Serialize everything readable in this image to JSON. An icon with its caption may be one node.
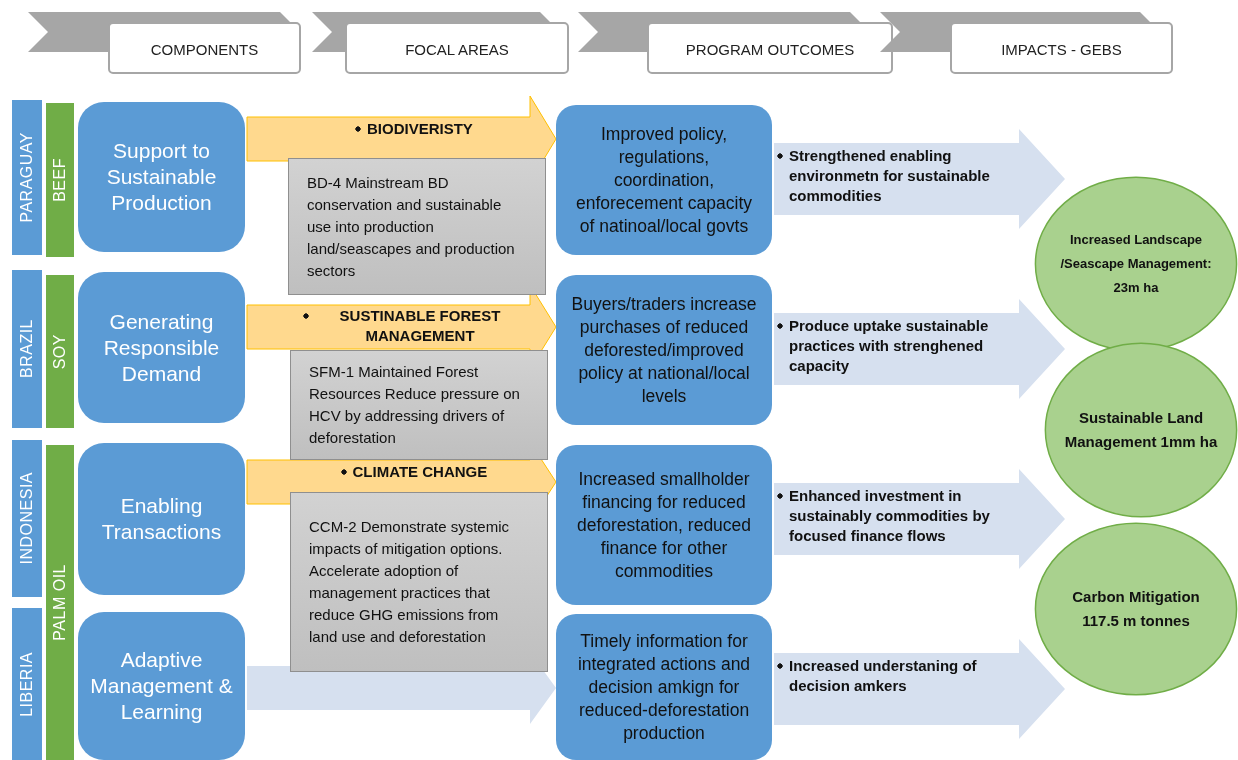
{
  "diagram": {
    "nodes": [
      {
        "text": [
          "COMPONENTS"
        ]
      },
      {
        "text": [
          "FOCAL AREAS"
        ]
      },
      {
        "text": [
          "PROGRAM OUTCOMES"
        ]
      },
      {
        "text": [
          "IMPACTS - GEBS"
        ]
      },
      {
        "text": [
          "PARAGUAY"
        ]
      },
      {
        "text": [
          "BRAZIL"
        ]
      },
      {
        "text": [
          "INDONESIA"
        ]
      },
      {
        "text": [
          "LIBERIA"
        ]
      },
      {
        "text": [
          "BEEF"
        ]
      },
      {
        "text": [
          "SOY"
        ]
      },
      {
        "text": [
          "PALM OIL"
        ]
      },
      {
        "text": [
          "Support to Sustainable Production"
        ]
      },
      {
        "text": [
          "Generating Responsible Demand"
        ]
      },
      {
        "text": [
          "Enabling Transactions"
        ]
      },
      {
        "text": [
          "Adaptive Management & Learning"
        ]
      },
      {
        "text": [
          "BD-4 Mainstream BD conservation and sustainable use into production land/seascapes and production sectors"
        ]
      },
      {
        "text": [
          "SFM-1 Maintained Forest Resources Reduce pressure on HCV by addressing drivers of deforestation"
        ]
      },
      {
        "text": [
          "CCM-2 Demonstrate systemic impacts of mitigation options. Accelerate adoption of management practices that reduce GHG emissions from land use and deforestation"
        ]
      },
      {
        "text": [
          "Improved policy, regulations, coordination, enforecement capacity of natinoal/local govts"
        ]
      },
      {
        "text": [
          "Buyers/traders increase purchases of reduced deforested/improved policy at national/local levels"
        ]
      },
      {
        "text": [
          "Increased smallholder financing for reduced deforestation, reduced finance for other commodities"
        ]
      },
      {
        "text": [
          "Timely information for integrated actions and decision amkign for reduced-deforestation production"
        ]
      },
      {
        "text": [
          "Increased Landscape /Seascape Management: 23m ha"
        ]
      },
      {
        "text": [
          "Sustainable Land Management 1mm ha"
        ]
      },
      {
        "text": [
          "Carbon Mitigation 117.5 m tonnes"
        ]
      }
    ],
    "edges": [
      {
        "from": 11,
        "to": 18,
        "arrow": "to",
        "label": "BIODIVERISTY",
        "color": "#ffd98e"
      },
      {
        "from": 12,
        "to": 19,
        "arrow": "to",
        "label": "SUSTINABLE FOREST MANAGEMENT",
        "color": "#ffd98e"
      },
      {
        "from": 13,
        "to": 20,
        "arrow": "to",
        "label": "CLIMATE CHANGE",
        "color": "#ffd98e"
      },
      {
        "from": 14,
        "to": 21,
        "arrow": "to"
      },
      {
        "from": 18,
        "to": null,
        "arrow": "to",
        "label": "Strengthened enabling environmetn for sustainable commodities"
      },
      {
        "from": 19,
        "to": null,
        "arrow": "to",
        "label": "Produce uptake sustainable practices with strenghened capacity"
      },
      {
        "from": 20,
        "to": null,
        "arrow": "to",
        "label": "Enhanced investment in sustainably commodities by focused finance flows"
      },
      {
        "from": 21,
        "to": null,
        "arrow": "to",
        "label": "Increased understaning of decision amkers"
      }
    ]
  }
}
